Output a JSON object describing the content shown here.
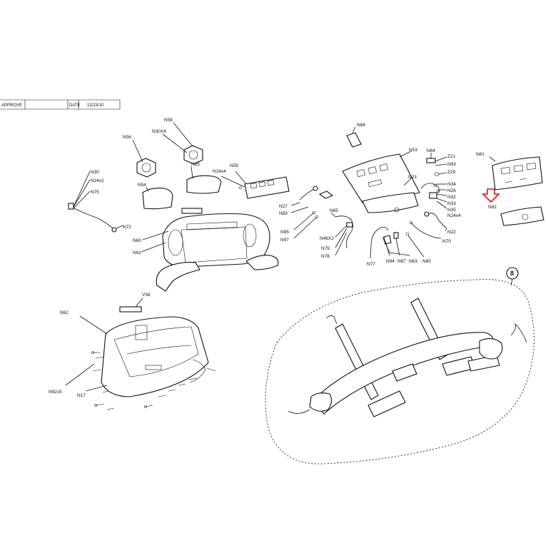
{
  "title_block": {
    "approve_label": "APPROVE",
    "date_label": "DATE",
    "date_value": "12/23/10"
  },
  "parts": {
    "n30": "N30",
    "n24x2": "N24x2",
    "n75": "N75",
    "n72": "N72",
    "n56": "N56",
    "n30x4": "N30X4",
    "n58": "N58",
    "n55": "N55",
    "n54": "N54",
    "n24x4a": "N24x4",
    "n59": "N59",
    "n60": "N60",
    "n61": "N61",
    "n27": "N27",
    "n83": "N83",
    "n95": "N95",
    "n97": "N97",
    "n65": "N65",
    "n46x2": "N46X2",
    "n79": "N79",
    "n78": "N78",
    "n77": "N77",
    "n94": "N94",
    "n67": "N67",
    "n63": "N63",
    "n80": "N80",
    "n64": "N64",
    "n53": "N53",
    "n84": "N84",
    "n23": "N23",
    "z21": "Z21",
    "n93": "N93",
    "z29": "Z29",
    "n34": "N34",
    "n26": "N26",
    "n32": "N32",
    "n33": "N33",
    "n35": "N35",
    "n24x4b": "N24x4",
    "n22": "N22",
    "n70": "N70",
    "n81": "N81",
    "n82": "N82",
    "v58": "V58",
    "n62": "N62",
    "n17": "N17",
    "n92x5": "N92x5",
    "callout": "8"
  },
  "colors": {
    "line": "#111111",
    "highlight_arrow": "#cc1a1a",
    "background": "#ffffff"
  },
  "icons": {
    "highlight": "down-arrow-icon"
  }
}
